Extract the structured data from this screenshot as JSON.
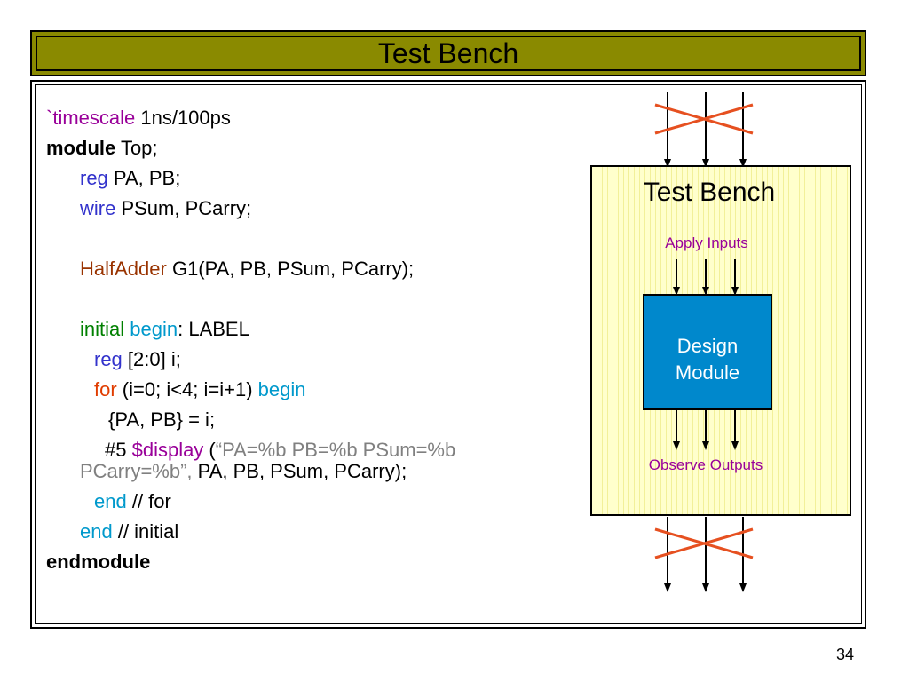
{
  "title": "Test Bench",
  "page_number": "34",
  "code": {
    "l1_kw": "`timescale",
    "l1_rest": " 1ns/100ps",
    "l2_kw": "module",
    "l2_rest": " Top;",
    "l3_kw": "reg",
    "l3_rest": " PA, PB;",
    "l4_kw": "wire",
    "l4_rest": " PSum, PCarry;",
    "l5_kw": "HalfAdder",
    "l5_rest": " G1(PA, PB, PSum, PCarry);",
    "l6_kw1": "initial",
    "l6_kw2": "begin",
    "l6_rest": ": LABEL",
    "l7_kw": "reg",
    "l7_rest": " [2:0] i;",
    "l8_kw": "for",
    "l8_mid": " (i=0; i<4; i=i+1) ",
    "l8_kw2": "begin",
    "l9": "{PA, PB} = i;",
    "l10_pre": "#5 ",
    "l10_kw": "$display",
    "l10_mid": " (",
    "l10_str": "“PA=%b PB=%b PSum=%b",
    "l11_str": "PCarry=%b”,",
    "l11_rest": " PA, PB, PSum, PCarry);",
    "l12_kw": "end",
    "l12_rest": " // for",
    "l13_kw": "end",
    "l13_rest": " // initial",
    "l14_kw": "endmodule"
  },
  "diagram": {
    "outer_label": "Test Bench",
    "apply_label": "Apply Inputs",
    "module_label_1": "Design",
    "module_label_2": "Module",
    "observe_label": "Observe Outputs"
  },
  "colors": {
    "title_bar": "#8a8a00",
    "bench_fill": "#ffffcc",
    "module_fill": "#0088cc",
    "cross": "#e65020",
    "label_purple": "#990099"
  }
}
